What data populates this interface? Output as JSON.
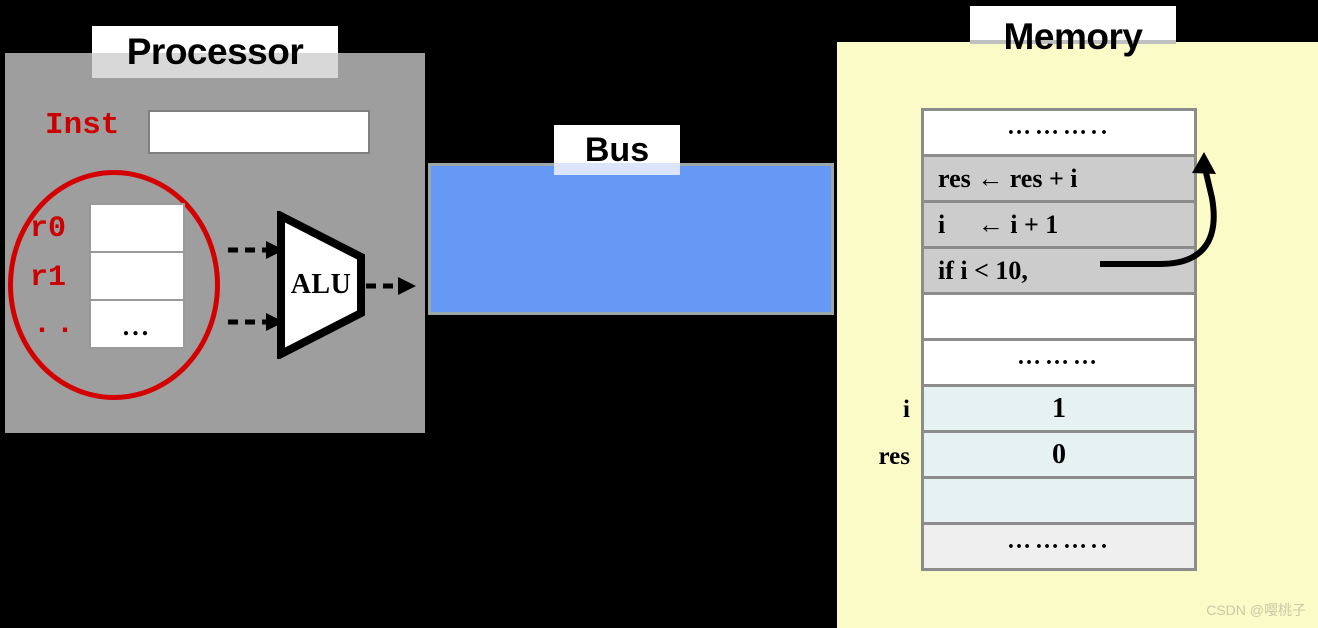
{
  "processor": {
    "title": "Processor",
    "inst_label": "Inst",
    "inst_value": "",
    "registers": [
      {
        "name": "r0",
        "value": ""
      },
      {
        "name": "r1",
        "value": ""
      },
      {
        "name": "..",
        "value": "..."
      }
    ],
    "alu_label": "ALU",
    "colors": {
      "box_fill": "#9e9e9e",
      "register_text": "#cc0000",
      "ellipse_stroke": "#d40000"
    }
  },
  "bus": {
    "title": "Bus",
    "colors": {
      "fill": "#6699f6",
      "border": "#9aa8a8"
    }
  },
  "memory": {
    "title": "Memory",
    "colors": {
      "box_fill": "#fbfbc8",
      "code_row": "#cccccc",
      "data_row": "#e6f2f2",
      "last_row": "#efefef"
    },
    "cells": [
      {
        "text": "………..",
        "style": "dots",
        "fill": "#ffffff"
      },
      {
        "text": "res ← res + i",
        "style": "left",
        "fill": "#cccccc"
      },
      {
        "text": "i     ← i + 1",
        "style": "left",
        "fill": "#cccccc"
      },
      {
        "text": "if i < 10,",
        "style": "left",
        "fill": "#cccccc"
      },
      {
        "text": "",
        "style": "left",
        "fill": "#ffffff"
      },
      {
        "text": "………",
        "style": "dots",
        "fill": "#ffffff"
      },
      {
        "text": "1",
        "style": "num",
        "fill": "#e6f2f2"
      },
      {
        "text": "0",
        "style": "num",
        "fill": "#e6f2f2"
      },
      {
        "text": "",
        "style": "left",
        "fill": "#e6f2f2"
      },
      {
        "text": "………..",
        "style": "dots",
        "fill": "#efefef"
      }
    ],
    "side_labels": {
      "i": "i",
      "res": "res"
    }
  },
  "watermark": "CSDN @嘤桃子"
}
